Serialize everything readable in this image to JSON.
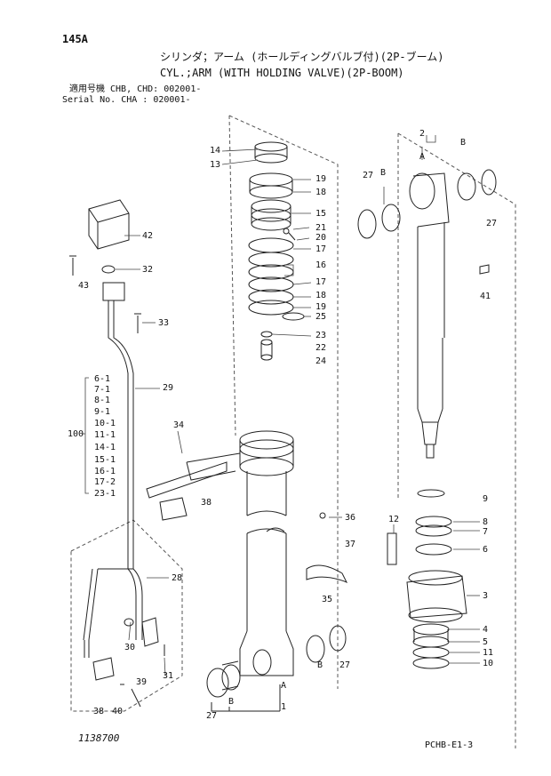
{
  "header": {
    "page_code": "145A",
    "title_jp": "シリンダ；アーム (ホールディングバルブ付)(2P-ブーム)",
    "title_en": "CYL.;ARM (WITH HOLDING VALVE)(2P-BOOM)",
    "serial_jp": "適用号機 CHB, CHD: 002001-",
    "serial_en": "Serial No. CHA      : 020001-"
  },
  "footer": {
    "drawing_number": "1138700",
    "sheet_code": "PCHB-E1-3"
  },
  "callouts": {
    "c14": "14",
    "c13": "13",
    "c19a": "19",
    "c18a": "18",
    "c15": "15",
    "c21": "21",
    "c20": "20",
    "c17a": "17",
    "c16": "16",
    "c17b": "17",
    "c18b": "18",
    "c19b": "19",
    "c25": "25",
    "c23": "23",
    "c22": "22",
    "c24": "24",
    "c2": "2",
    "cB1": "B",
    "cA1": "A",
    "c27a": "27",
    "cB2": "B",
    "c27b": "27",
    "c41": "41",
    "c42": "42",
    "c32": "32",
    "c43": "43",
    "c33": "33",
    "c29": "29",
    "c34": "34",
    "c38a": "38",
    "c36": "36",
    "c37": "37",
    "c35": "35",
    "c28": "28",
    "c30": "30",
    "c31": "31",
    "c39": "39",
    "c38b": "38",
    "c40": "40",
    "c12": "12",
    "c9": "9",
    "c8": "8",
    "c7": "7",
    "c6": "6",
    "c3": "3",
    "c4": "4",
    "c5": "5",
    "c11": "11",
    "c10": "10",
    "cB3": "B",
    "c27c": "27",
    "cA2": "A",
    "cB4": "B",
    "c27d": "27",
    "c1": "1",
    "c100": "100"
  },
  "kit_items": [
    "6-1",
    "7-1",
    "8-1",
    "9-1",
    "10-1",
    "11-1",
    "14-1",
    "15-1",
    "16-1",
    "17-2",
    "23-1"
  ]
}
